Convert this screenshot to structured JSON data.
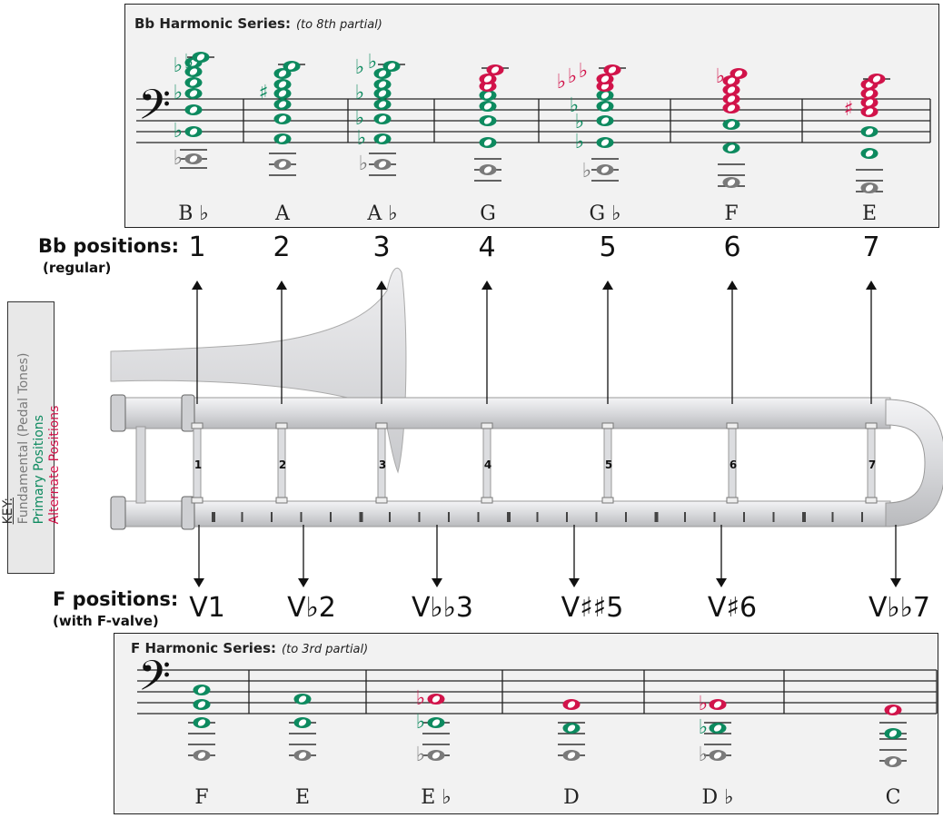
{
  "colors": {
    "fundamental": "#7a7a7a",
    "primary": "#0d8a5f",
    "alternate": "#d1134a"
  },
  "bb_series": {
    "title": "Bb Harmonic Series:",
    "subtitle": "(to 8th partial)",
    "notes": [
      "B ♭",
      "A",
      "A ♭",
      "G",
      "G ♭",
      "F",
      "E"
    ]
  },
  "bb_positions": {
    "label": "Bb positions:",
    "sublabel": "(regular)",
    "numbers": [
      "1",
      "2",
      "3",
      "4",
      "5",
      "6",
      "7"
    ]
  },
  "slide_marks": [
    "1",
    "2",
    "3",
    "4",
    "5",
    "6",
    "7"
  ],
  "key": {
    "heading": "KEY:",
    "fundamental": "Fundamental (Pedal Tones)",
    "primary": "Primary Positions",
    "alternate": "Alternate Positions"
  },
  "f_positions": {
    "label": "F positions:",
    "sublabel": "(with F-valve)",
    "numbers": [
      "V1",
      "V♭2",
      "V♭♭3",
      "V♯♯5",
      "V♯6",
      "V♭♭7"
    ]
  },
  "f_series": {
    "title": "F Harmonic Series:",
    "subtitle": "(to 3rd partial)",
    "notes": [
      "F",
      "E",
      "E ♭",
      "D",
      "D ♭",
      "C"
    ]
  }
}
